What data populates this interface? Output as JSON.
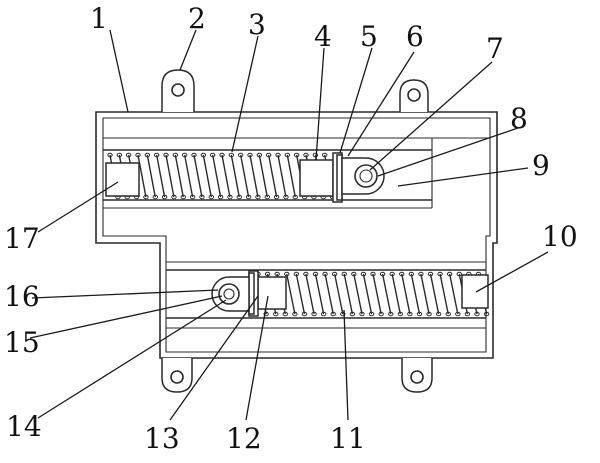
{
  "labels": [
    "1",
    "2",
    "3",
    "4",
    "5",
    "6",
    "7",
    "8",
    "9",
    "10",
    "11",
    "12",
    "13",
    "14",
    "15",
    "16",
    "17"
  ]
}
